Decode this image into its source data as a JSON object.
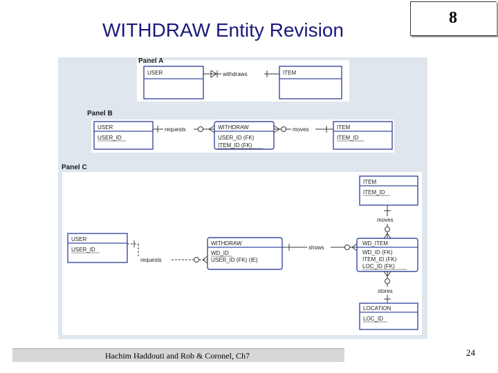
{
  "slide": {
    "title": "WITHDRAW Entity Revision",
    "chapter_badge": "8",
    "footer": "Hachim Haddouti and  Rob & Coronel, Ch7",
    "page_number": "24"
  },
  "diagram": {
    "panel_a": {
      "label": "Panel A",
      "entities": {
        "user": "USER",
        "item": "ITEM"
      },
      "relationship": "withdraws"
    },
    "panel_b": {
      "label": "Panel B",
      "entities": {
        "user": {
          "name": "USER",
          "attributes": [
            "USER_ID"
          ]
        },
        "withdraw": {
          "name": "WITHDRAW",
          "attributes": [
            "USER_ID (FK)",
            "ITEM_ID (FK)"
          ]
        },
        "item": {
          "name": "ITEM",
          "attributes": [
            "ITEM_ID"
          ]
        }
      },
      "relationships": {
        "requests": "requests",
        "moves": "moves"
      }
    },
    "panel_c": {
      "label": "Panel C",
      "entities": {
        "item": {
          "name": "ITEM",
          "attributes": [
            "ITEM_ID"
          ]
        },
        "user": {
          "name": "USER",
          "attributes": [
            "USER_ID"
          ]
        },
        "withdraw": {
          "name": "WITHDRAW",
          "attributes": [
            "WD_ID",
            "USER_ID (FK) (IE)"
          ]
        },
        "wd_item": {
          "name": "WD_ITEM",
          "attributes": [
            "WD_ID (FK)",
            "ITEM_ID (FK)",
            "LOC_ID (FK)"
          ]
        },
        "location": {
          "name": "LOCATION",
          "attributes": [
            "LOC_ID"
          ]
        }
      },
      "relationships": {
        "moves": "moves",
        "shows": "shows",
        "requests": "requests",
        "stores": "stores"
      }
    }
  }
}
